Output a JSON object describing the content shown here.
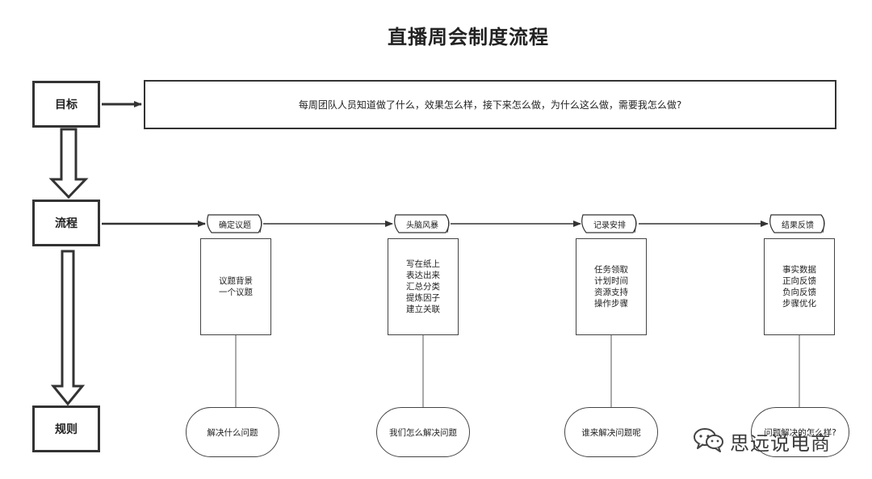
{
  "title": "直播周会制度流程",
  "left_column": {
    "goal": "目标",
    "process": "流程",
    "rules": "规则"
  },
  "goal_text": "每周团队人员知道做了什么，效果怎么样，接下来怎么做，为什么这么做，需要我怎么做?",
  "steps": [
    {
      "tab": "确定议题",
      "lines": [
        "议题背景",
        "一个议题"
      ],
      "question": "解决什么问题"
    },
    {
      "tab": "头脑风暴",
      "lines": [
        "写在纸上",
        "表达出来",
        "汇总分类",
        "提炼因子",
        "建立关联"
      ],
      "question": "我们怎么解决问题"
    },
    {
      "tab": "记录安排",
      "lines": [
        "任务领取",
        "计划时间",
        "资源支持",
        "操作步骤"
      ],
      "question": "谁来解决问题呢"
    },
    {
      "tab": "结果反馈",
      "lines": [
        "事实数据",
        "正向反馈",
        "负向反馈",
        "步骤优化"
      ],
      "question": "问题解决的怎么样?"
    }
  ],
  "watermark": {
    "icon": "wechat-icon",
    "text": "思远说电商"
  },
  "colors": {
    "stroke": "#333333",
    "background": "#ffffff"
  }
}
